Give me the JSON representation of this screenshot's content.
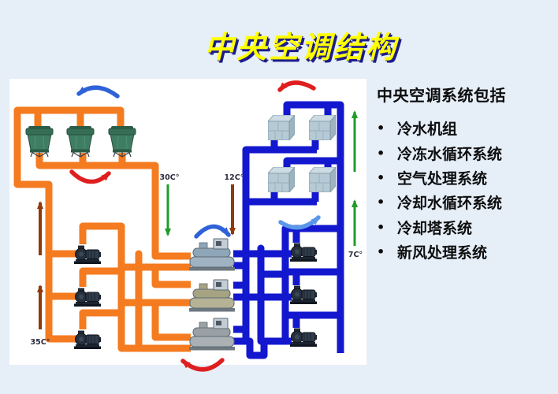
{
  "slide": {
    "title": "中央空调结构",
    "background": "#e6eef8",
    "panel_background": "#ffffff",
    "title_color": "#ffff00",
    "title_shadow": "#1c1c8a"
  },
  "overview": {
    "heading": "中央空调系统包括",
    "bullet": "•",
    "items": [
      "冷水机组",
      "冷冻水循环系统",
      "空气处理系统",
      "冷却水循环系统",
      "冷却塔系统",
      "新风处理系统"
    ]
  },
  "diagram": {
    "labels": {
      "condenser_supply": "30C°",
      "chilled_return": "12C°",
      "condenser_return": "35C°",
      "chilled_supply": "7C°"
    },
    "colors": {
      "condenser_pipe": "#f47b20",
      "chilled_pipe": "#1318cf",
      "green_arrow": "#1f9c2c",
      "brown_arrow": "#8f3a0a",
      "red_arrow": "#df1f1f",
      "blue_arrow": "#2f62d8",
      "light_blue_arrow": "#5b97e8",
      "label_text": "#2b2b3e"
    }
  }
}
